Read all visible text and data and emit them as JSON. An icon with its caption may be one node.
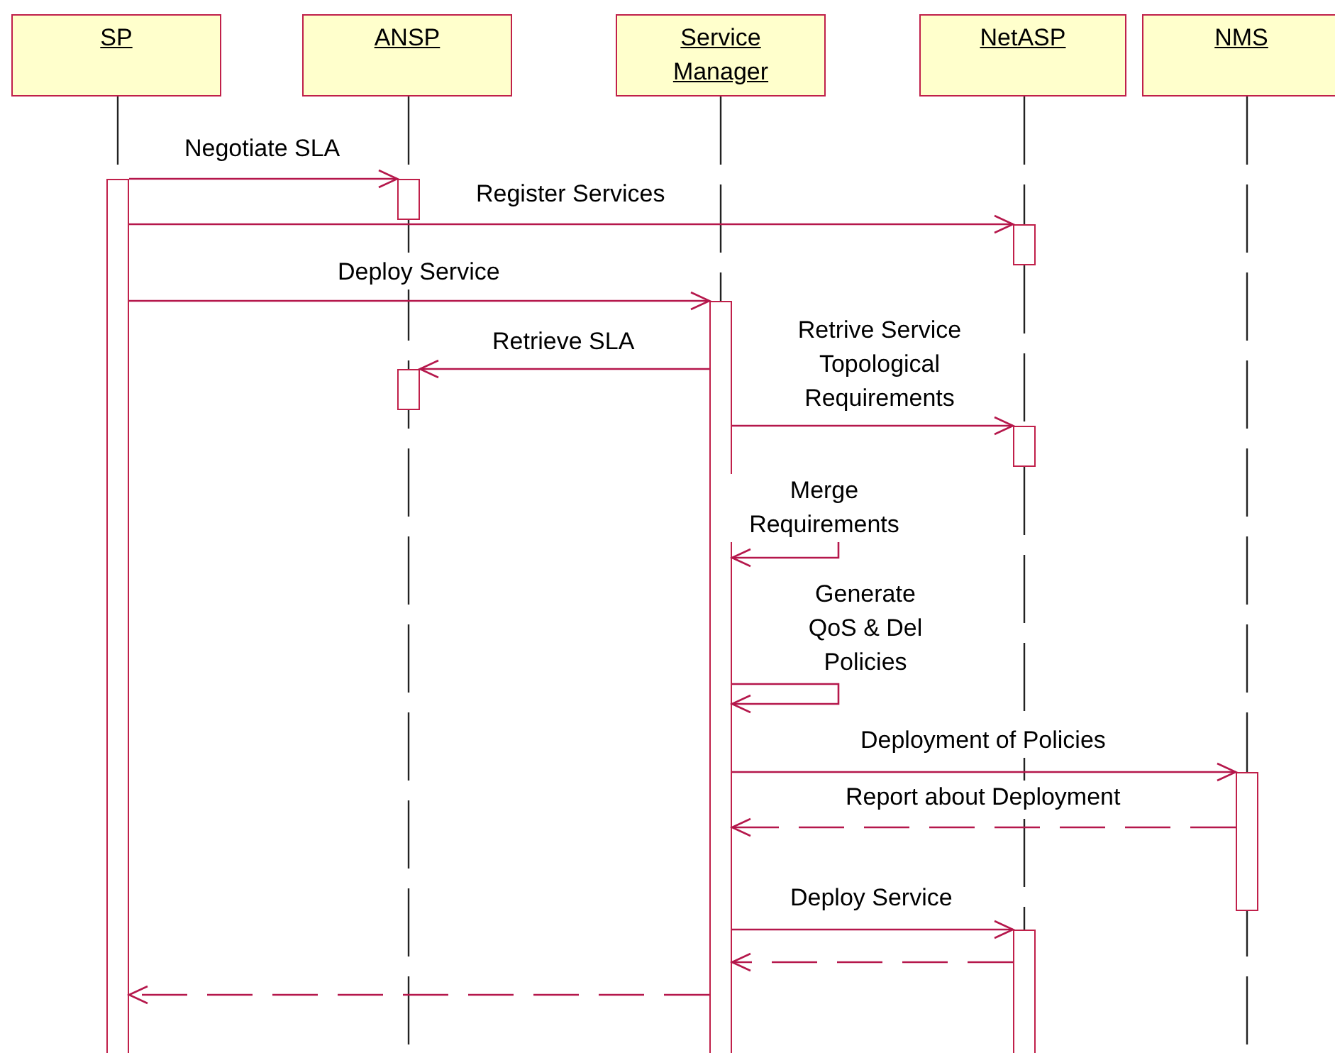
{
  "diagram": {
    "nodes": [
      {
        "text": [
          "SP"
        ]
      },
      {
        "text": [
          "ANSP"
        ]
      },
      {
        "text": [
          "Service Manager"
        ]
      },
      {
        "text": [
          "NetASP"
        ]
      },
      {
        "text": [
          "NMS"
        ]
      },
      {
        "text": [],
        "shape": "bar"
      },
      {
        "text": [],
        "shape": "bar"
      },
      {
        "text": [],
        "shape": "bar"
      },
      {
        "text": [],
        "shape": "bar"
      },
      {
        "text": [],
        "shape": "bar"
      },
      {
        "text": [],
        "shape": "bar"
      },
      {
        "text": [],
        "shape": "bar"
      },
      {
        "text": [],
        "shape": "bar"
      }
    ],
    "edges": [
      {
        "from": 5,
        "to": 6,
        "arrow": "to",
        "label": "Negotiate SLA"
      },
      {
        "from": 5,
        "to": 7,
        "arrow": "to",
        "label": "Register Services"
      },
      {
        "from": 5,
        "to": 8,
        "arrow": "to",
        "label": "Deploy Service"
      },
      {
        "from": 8,
        "to": 9,
        "arrow": "to",
        "label": "Retrieve SLA"
      },
      {
        "from": 8,
        "to": 10,
        "arrow": "to",
        "label": "Retrive Service Topological Requirements"
      },
      {
        "from": 8,
        "to": 8,
        "arrow": "to",
        "label": "Merge Requirements"
      },
      {
        "from": 8,
        "to": 8,
        "arrow": "to",
        "label": "Generate QoS & Del Policies"
      },
      {
        "from": 8,
        "to": 11,
        "arrow": "to",
        "label": "Deployment of Policies"
      },
      {
        "from": 11,
        "to": 8,
        "arrow": "to",
        "label": "Report about Deployment",
        "style": "dashed"
      },
      {
        "from": 8,
        "to": 12,
        "arrow": "to",
        "label": "Deploy Service"
      },
      {
        "from": 12,
        "to": 8,
        "arrow": "to",
        "style": "dashed"
      },
      {
        "from": 8,
        "to": 5,
        "arrow": "to",
        "style": "dashed"
      },
      {
        "from": 0,
        "to": 5,
        "arrow": "none",
        "style": "dashed",
        "color": "#222222"
      },
      {
        "from": 1,
        "to": null,
        "arrow": "none",
        "style": "dashed",
        "color": "#222222"
      },
      {
        "from": 2,
        "to": 8,
        "arrow": "none",
        "style": "dashed",
        "color": "#222222"
      },
      {
        "from": 3,
        "to": 7,
        "arrow": "none",
        "style": "dashed",
        "color": "#222222"
      },
      {
        "from": 4,
        "to": null,
        "arrow": "none",
        "style": "dashed",
        "color": "#222222"
      },
      {
        "from": 7,
        "to": 10,
        "arrow": "none",
        "style": "dashed",
        "color": "#222222"
      },
      {
        "from": 10,
        "to": 12,
        "arrow": "none",
        "style": "dashed",
        "color": "#222222"
      }
    ]
  }
}
